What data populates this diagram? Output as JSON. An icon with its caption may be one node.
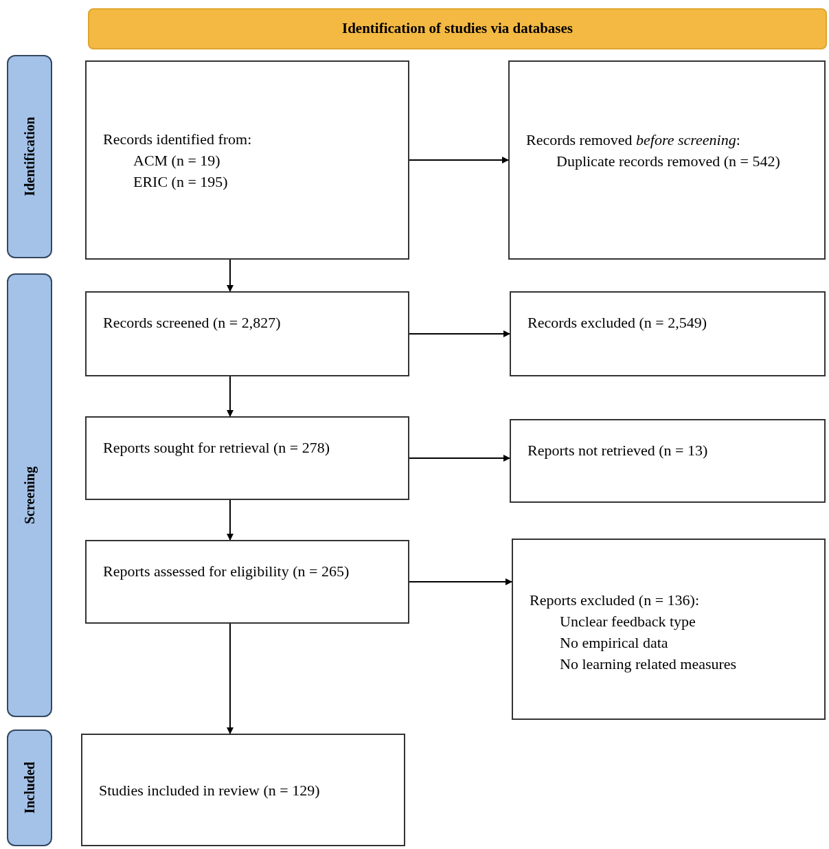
{
  "diagram": {
    "nodes": [
      {
        "text": [
          "Identification of studies via databases"
        ]
      },
      {
        "text": [
          "Identification"
        ]
      },
      {
        "text": [
          "Screening"
        ]
      },
      {
        "text": [
          "Included"
        ]
      },
      {
        "text": [
          "Records identified from:",
          "ACM (n = 19)",
          "ERIC (n = 195)"
        ]
      },
      {
        "text": [
          "Records removed *before screening*:",
          "Duplicate records removed (n = 542)"
        ]
      },
      {
        "text": [
          "Records screened (n = 2,827)"
        ]
      },
      {
        "text": [
          "Records excluded (n = 2,549)"
        ]
      },
      {
        "text": [
          "Reports sought for retrieval (n = 278)"
        ]
      },
      {
        "text": [
          "Reports not retrieved (n = 13)"
        ]
      },
      {
        "text": [
          "Reports assessed for eligibility (n = 265)"
        ]
      },
      {
        "text": [
          "Reports excluded (n = 136):",
          "Unclear feedback type",
          "No empirical data",
          "No learning related measures"
        ]
      },
      {
        "text": [
          "Studies included in review (n = 129)"
        ]
      }
    ],
    "edges": [
      {
        "from": 4,
        "to": 5,
        "arrow": "to"
      },
      {
        "from": 4,
        "to": 6,
        "arrow": "to"
      },
      {
        "from": 6,
        "to": 7,
        "arrow": "to"
      },
      {
        "from": 6,
        "to": 8,
        "arrow": "to"
      },
      {
        "from": 8,
        "to": 9,
        "arrow": "to"
      },
      {
        "from": 8,
        "to": 10,
        "arrow": "to"
      },
      {
        "from": 10,
        "to": 11,
        "arrow": "to"
      },
      {
        "from": 10,
        "to": 12,
        "arrow": "to"
      }
    ]
  }
}
